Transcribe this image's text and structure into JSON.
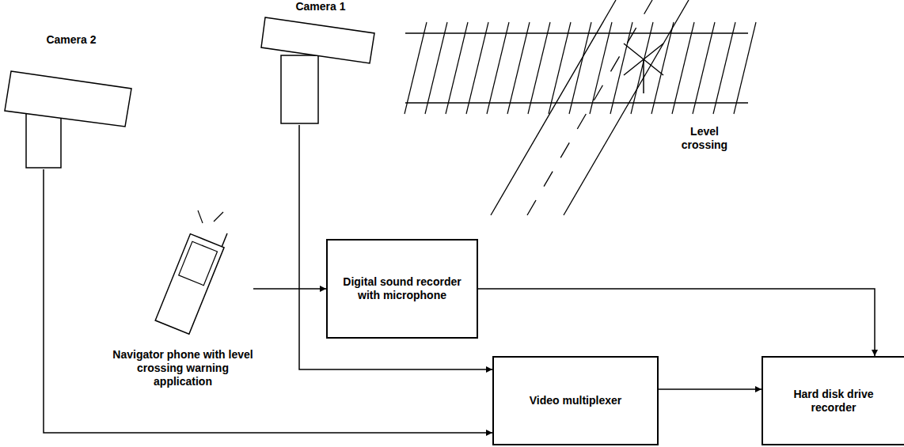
{
  "diagram": {
    "nodes": [
      {
        "text": [
          "Camera 1"
        ]
      },
      {
        "text": [
          "Camera 2"
        ]
      },
      {
        "text": [
          "Navigator phone with level crossing warning application"
        ]
      },
      {
        "text": [
          "Digital sound recorder with microphone"
        ]
      },
      {
        "text": [
          "Video multiplexer"
        ]
      },
      {
        "text": [
          "Hard disk drive recorder"
        ]
      }
    ],
    "edges": [
      {
        "from": 0,
        "to": 4,
        "arrow": "to"
      },
      {
        "from": 1,
        "to": 4,
        "arrow": "to"
      },
      {
        "from": 2,
        "to": 3,
        "arrow": "to"
      },
      {
        "from": 3,
        "to": 5,
        "arrow": "to"
      },
      {
        "from": 4,
        "to": 5,
        "arrow": "to"
      }
    ],
    "labels": [
      "Level crossing"
    ]
  }
}
